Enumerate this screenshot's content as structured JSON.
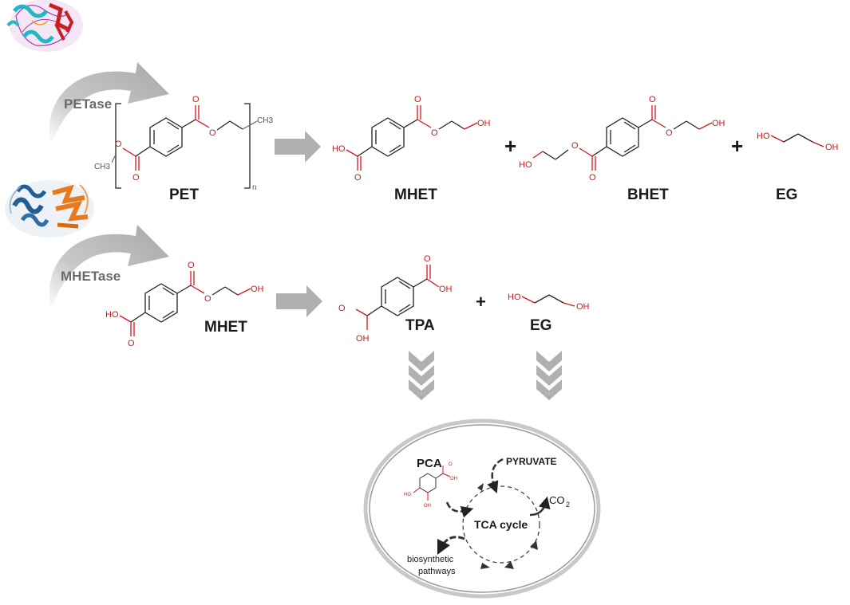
{
  "enzymes": {
    "petase": "PETase",
    "mhetase": "MHETase"
  },
  "reaction1": {
    "reactant": "PET",
    "products": [
      "MHET",
      "BHET",
      "EG"
    ],
    "plus": "+",
    "repeat_n": "n",
    "methyl": "CH3"
  },
  "reaction2": {
    "reactant": "MHET",
    "products": [
      "TPA",
      "EG"
    ],
    "plus": "+"
  },
  "atoms": {
    "oxygen": "O",
    "oh": "OH",
    "ho": "HO"
  },
  "cell": {
    "pca": "PCA",
    "pyruvate": "PYRUVATE",
    "co2": "CO",
    "co2_sub": "2",
    "tca": "TCA cycle",
    "biosynthetic": [
      "biosynthetic",
      "pathways"
    ]
  },
  "colors": {
    "atom_red": "#d8141c",
    "arrow_gray": "#b0b0b0",
    "label": "#1a1a1a"
  }
}
